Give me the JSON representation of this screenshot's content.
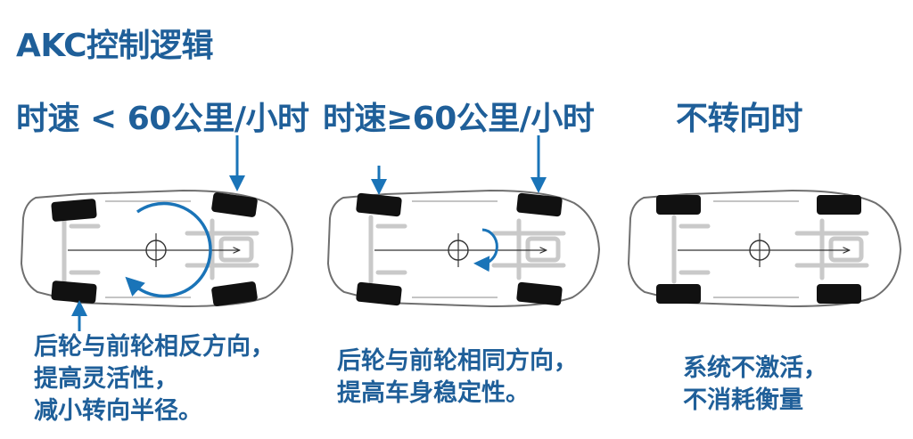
{
  "title": "AKC控制逻辑",
  "panels": [
    {
      "id": "low-speed",
      "heading": "时速 < 60公里/小时",
      "description": [
        "后轮与前轮相反方向，",
        "提高灵活性，",
        "减小转向半径。"
      ]
    },
    {
      "id": "high-speed",
      "heading": "时速≥60公里/小时",
      "description": [
        "后轮与前轮相同方向，",
        "提高车身稳定性。"
      ]
    },
    {
      "id": "no-steer",
      "heading": "不转向时",
      "description": [
        "系统不激活，",
        "不消耗衡量"
      ]
    }
  ],
  "colors": {
    "accent": "#1f5f99",
    "arrow": "#1a74b8",
    "tire": "#111111",
    "car_outline": "#6f6f6f",
    "chassis": "#c9c9c9"
  }
}
